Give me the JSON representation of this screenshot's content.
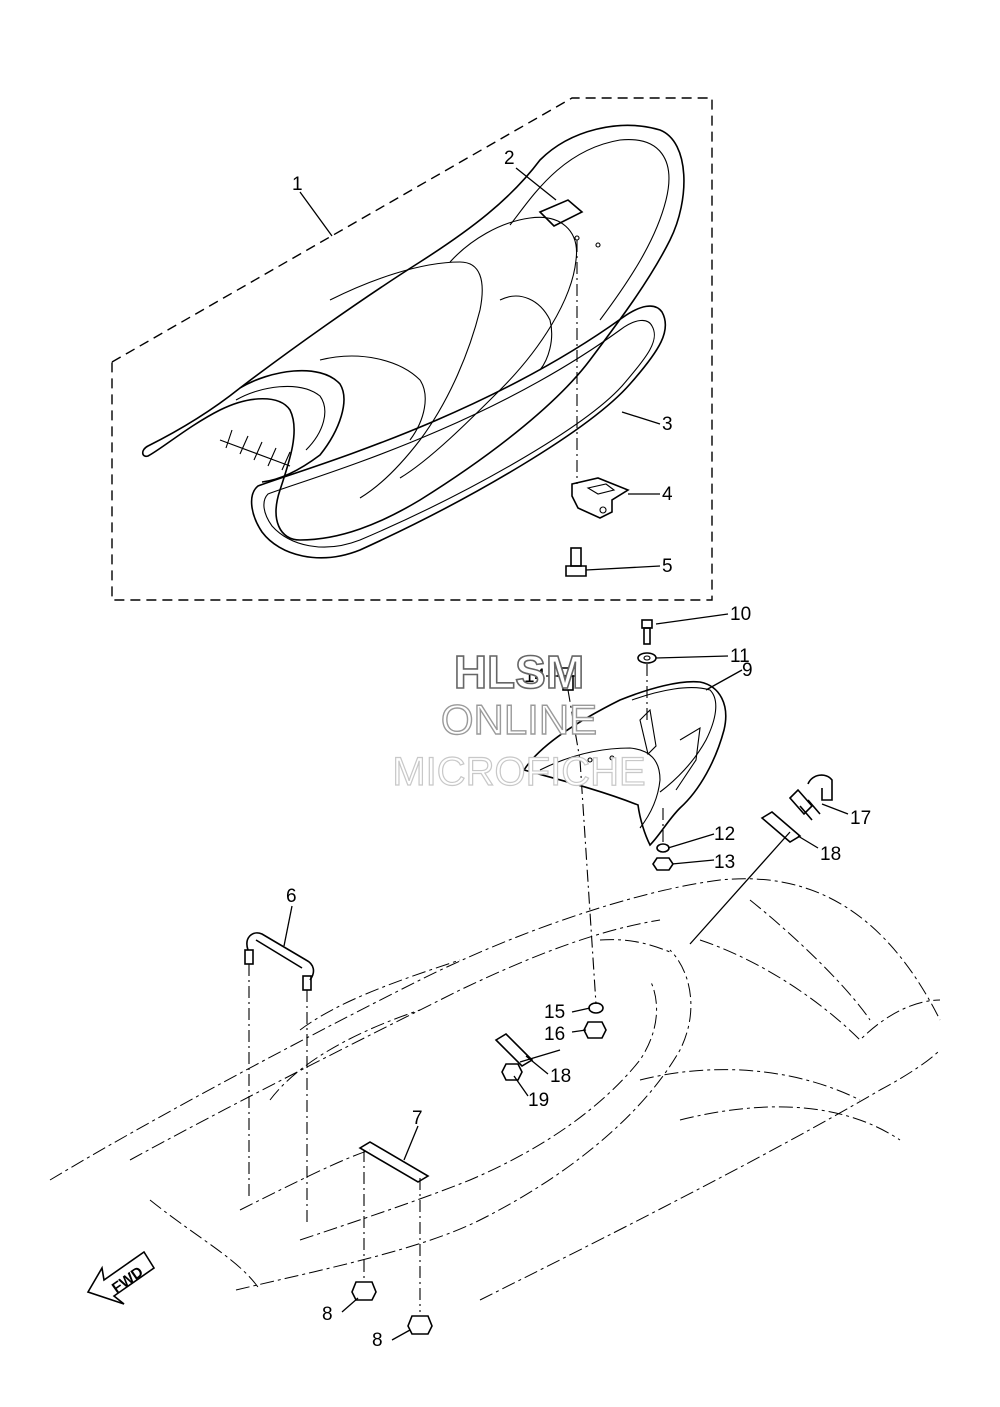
{
  "watermark": {
    "line1": "HLSM",
    "line2": "ONLINE",
    "line3": "MICROFICHE"
  },
  "direction_label": "FWD",
  "callouts": [
    {
      "id": "c1",
      "text": "1"
    },
    {
      "id": "c2",
      "text": "2"
    },
    {
      "id": "c3",
      "text": "3"
    },
    {
      "id": "c4",
      "text": "4"
    },
    {
      "id": "c5",
      "text": "5"
    },
    {
      "id": "c6",
      "text": "6"
    },
    {
      "id": "c7",
      "text": "7"
    },
    {
      "id": "c8a",
      "text": "8"
    },
    {
      "id": "c8b",
      "text": "8"
    },
    {
      "id": "c9",
      "text": "9"
    },
    {
      "id": "c10",
      "text": "10"
    },
    {
      "id": "c11",
      "text": "11"
    },
    {
      "id": "c12",
      "text": "12"
    },
    {
      "id": "c13",
      "text": "13"
    },
    {
      "id": "c14",
      "text": "14"
    },
    {
      "id": "c15",
      "text": "15"
    },
    {
      "id": "c16",
      "text": "16"
    },
    {
      "id": "c17",
      "text": "17"
    },
    {
      "id": "c18a",
      "text": "18"
    },
    {
      "id": "c18b",
      "text": "18"
    },
    {
      "id": "c19",
      "text": "19"
    }
  ]
}
